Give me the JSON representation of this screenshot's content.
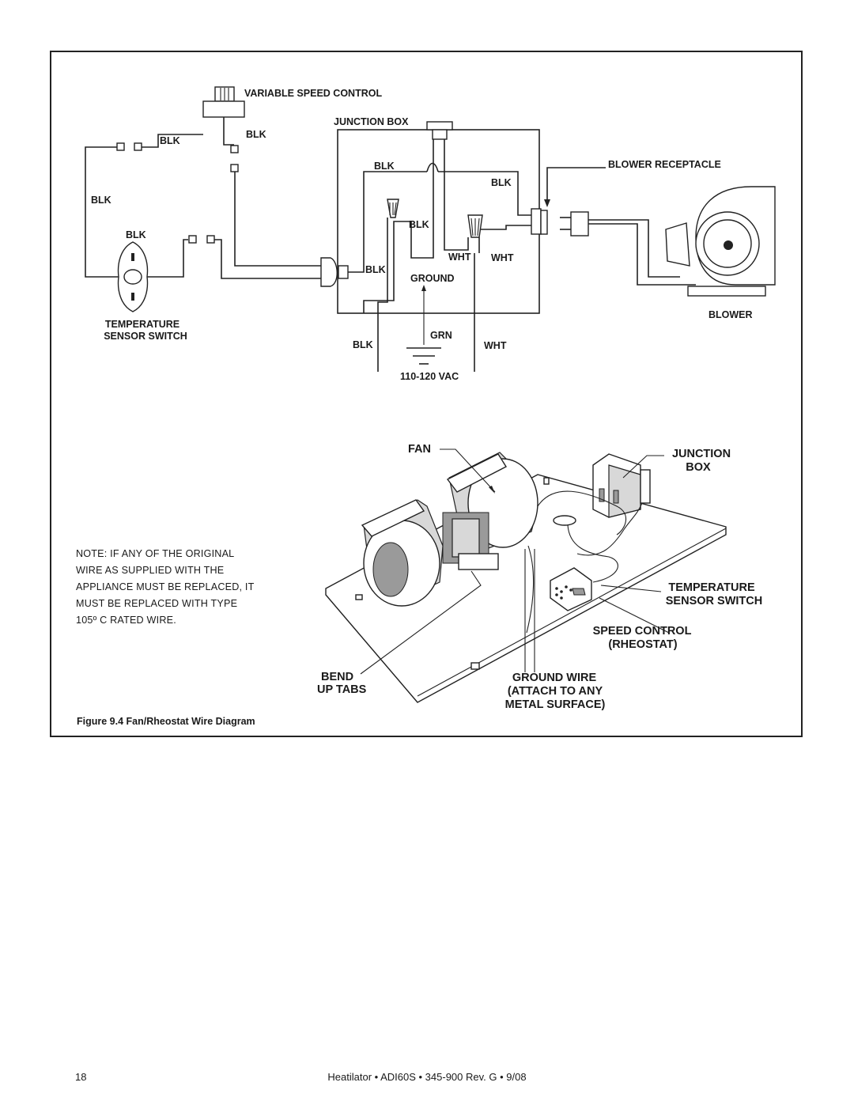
{
  "wiring": {
    "variable_speed_control": "VARIABLE SPEED CONTROL",
    "junction_box": "JUNCTION BOX",
    "blower_receptacle": "BLOWER RECEPTACLE",
    "blower": "BLOWER",
    "temperature_sensor_switch": [
      "TEMPERATURE",
      "SENSOR SWITCH"
    ],
    "ground": "GROUND",
    "supply_voltage": "110-120 VAC",
    "wire_labels": {
      "blk": "BLK",
      "wht": "WHT",
      "grn": "GRN"
    }
  },
  "assembly": {
    "fan": "FAN",
    "junction_box": [
      "JUNCTION",
      "BOX"
    ],
    "temperature_sensor_switch": [
      "TEMPERATURE",
      "SENSOR SWITCH"
    ],
    "speed_control": [
      "SPEED CONTROL",
      "(RHEOSTAT)"
    ],
    "bend_up_tabs": [
      "BEND",
      "UP TABS"
    ],
    "ground_wire": [
      "GROUND WIRE",
      "(ATTACH TO ANY",
      "METAL SURFACE)"
    ]
  },
  "note": "NOTE: IF ANY OF THE ORIGINAL WIRE AS SUPPLIED WITH THE APPLIANCE MUST BE REPLACED, IT MUST BE REPLACED WITH TYPE 105º C RATED WIRE.",
  "caption": "Figure 9.4  Fan/Rheostat Wire Diagram",
  "footer": {
    "page_number": "18",
    "text": "Heatilator  •  ADI60S  •  345-900 Rev. G  •  9/08"
  }
}
